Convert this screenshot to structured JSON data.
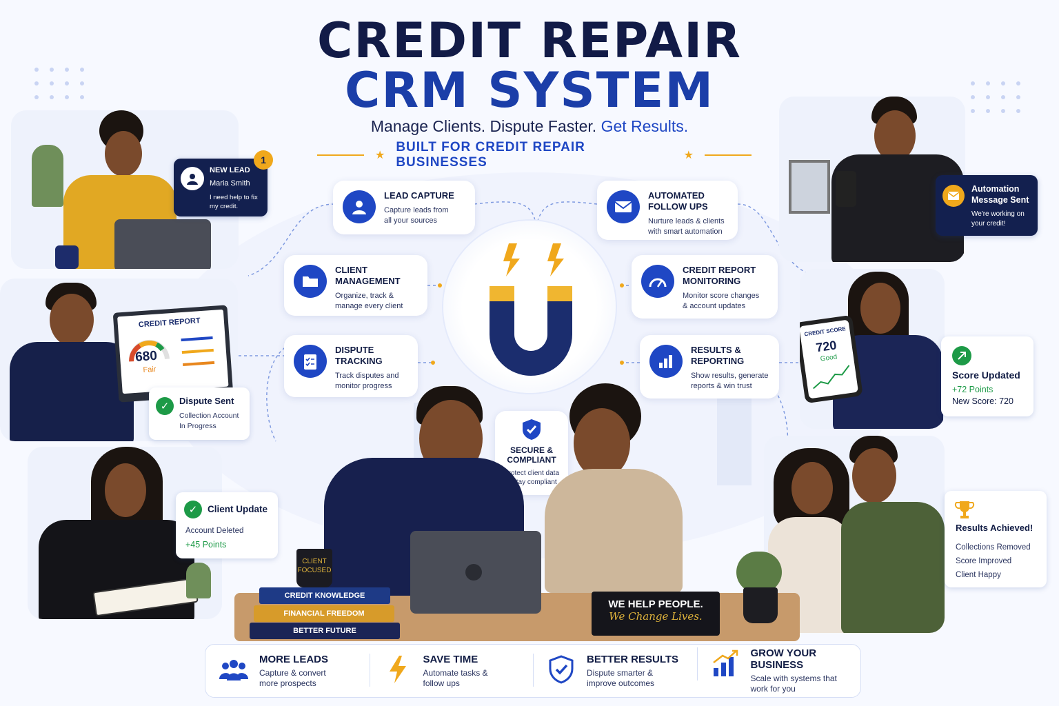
{
  "header": {
    "title_line1": "CREDIT REPAIR",
    "title_line2": "CRM SYSTEM",
    "subtitle_main": "Manage Clients. Dispute Faster.",
    "subtitle_accent": "Get Results.",
    "built_for": "BUILT FOR CREDIT REPAIR BUSINESSES"
  },
  "features": {
    "lead_capture": {
      "title": "LEAD CAPTURE",
      "desc1": "Capture leads from",
      "desc2": "all your sources",
      "icon": "user-icon"
    },
    "automated_follow_ups": {
      "title1": "AUTOMATED",
      "title2": "FOLLOW UPS",
      "desc1": "Nurture leads & clients",
      "desc2": "with smart automation",
      "icon": "envelope-icon"
    },
    "client_management": {
      "title1": "CLIENT",
      "title2": "MANAGEMENT",
      "desc1": "Organize, track &",
      "desc2": "manage every client",
      "icon": "folder-icon"
    },
    "credit_report_monitoring": {
      "title1": "CREDIT REPORT",
      "title2": "MONITORING",
      "desc1": "Monitor score changes",
      "desc2": "& account updates",
      "icon": "gauge-icon"
    },
    "dispute_tracking": {
      "title1": "DISPUTE",
      "title2": "TRACKING",
      "desc1": "Track disputes and",
      "desc2": "monitor progress",
      "icon": "clipboard-check-icon"
    },
    "results_reporting": {
      "title1": "RESULTS &",
      "title2": "REPORTING",
      "desc1": "Show results, generate",
      "desc2": "reports & win trust",
      "icon": "bar-chart-icon"
    },
    "secure_compliant": {
      "title1": "SECURE &",
      "title2": "COMPLIANT",
      "desc1": "Protect client data",
      "desc2": "& stay compliant",
      "icon": "shield-check-icon"
    }
  },
  "callouts": {
    "new_lead": {
      "title": "NEW LEAD",
      "name": "Maria Smith",
      "msg1": "I need help to fix",
      "msg2": "my credit.",
      "badge": "1"
    },
    "automation": {
      "title1": "Automation",
      "title2": "Message Sent",
      "msg1": "We're working on",
      "msg2": "your credit!"
    },
    "dispute_sent": {
      "title": "Dispute Sent",
      "line1": "Collection Account",
      "line2": "In Progress"
    },
    "score_updated": {
      "title": "Score Updated",
      "points": "+72 Points",
      "score": "New Score: 720"
    },
    "client_update": {
      "title": "Client Update",
      "line1": "Account Deleted",
      "points": "+45 Points"
    },
    "results": {
      "title": "Results Achieved!",
      "line1": "Collections Removed",
      "line2": "Score Improved",
      "line3": "Client Happy"
    }
  },
  "screens": {
    "credit_report": {
      "label": "CREDIT REPORT",
      "score": "680",
      "rating": "Fair"
    },
    "credit_score": {
      "label": "CREDIT SCORE",
      "score": "720",
      "rating": "Good"
    }
  },
  "desk": {
    "mug_line1": "CLIENT",
    "mug_line2": "FOCUSED",
    "book1": "CREDIT KNOWLEDGE",
    "book2": "FINANCIAL FREEDOM",
    "book3": "BETTER FUTURE",
    "plate_line1": "WE HELP PEOPLE.",
    "plate_line2": "We Change Lives."
  },
  "benefits": [
    {
      "title": "MORE LEADS",
      "desc1": "Capture & convert",
      "desc2": "more prospects",
      "icon": "people-icon"
    },
    {
      "title": "SAVE TIME",
      "desc1": "Automate tasks &",
      "desc2": "follow ups",
      "icon": "lightning-icon"
    },
    {
      "title": "BETTER RESULTS",
      "desc1": "Dispute smarter &",
      "desc2": "improve outcomes",
      "icon": "shield-icon"
    },
    {
      "title": "GROW YOUR BUSINESS",
      "desc1": "Scale with systems that",
      "desc2": "work for you",
      "icon": "growth-chart-icon"
    }
  ],
  "colors": {
    "navy": "#121b47",
    "brand_blue": "#1f47c4",
    "gold": "#f0a81c",
    "success_green": "#1d9a47"
  }
}
